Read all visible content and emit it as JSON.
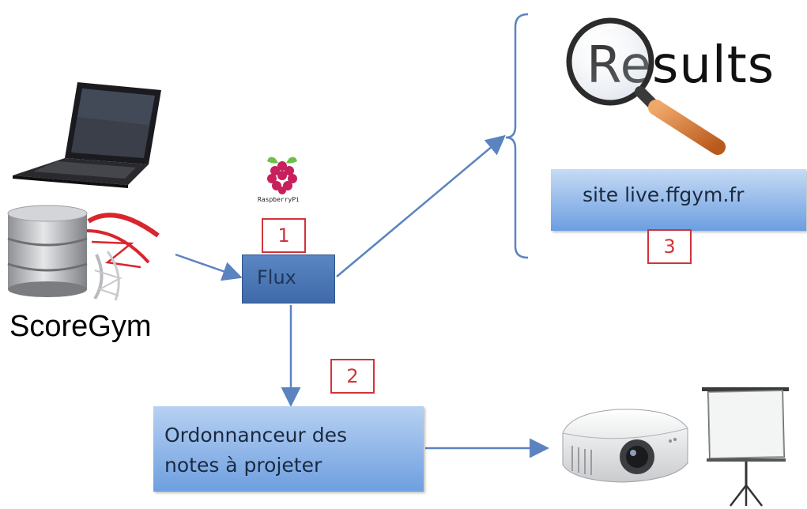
{
  "nodes": {
    "flux": {
      "label": "Flux"
    },
    "ordonnanceur": {
      "label": "Ordonnanceur des\nnotes à projeter"
    },
    "site": {
      "label": "site live.ffgym.fr"
    },
    "scoregym": {
      "label": "ScoreGym"
    },
    "results": {
      "label": "Results"
    },
    "raspberry": {
      "label": "RaspberryPi"
    }
  },
  "markers": [
    "1",
    "2",
    "3"
  ],
  "colors": {
    "arrow": "#5b83c0",
    "marker_border": "#d0343a",
    "flux_fill": "#4a76b5",
    "box_fill": "#8db6ea"
  },
  "icons": [
    "laptop-icon",
    "database-icon",
    "sql-server-icon",
    "raspberry-pi-icon",
    "magnifier-icon",
    "projector-icon",
    "projection-screen-icon"
  ]
}
